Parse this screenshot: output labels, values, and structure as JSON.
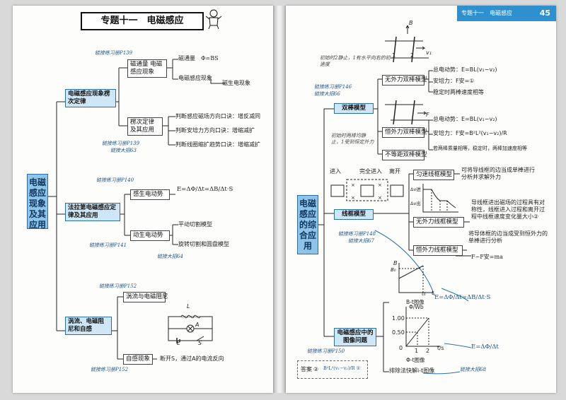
{
  "left": {
    "header_title": "专题十一　电磁感应",
    "root": "电磁感应现象及其应用",
    "b1": {
      "title": "电磁感应现象楞次定律",
      "link_top": "链接练习册P139",
      "sub1": "磁通量 电磁感应现象",
      "sub1_leaf1": "磁通量",
      "sub1_leaf1_formula": "Φ=BS",
      "sub1_leaf2": "电磁感应现象",
      "sub1_leaf2_b": "磁生电现象",
      "sub2": "楞次定律及其应用",
      "sub2_leaf1": "判断感应磁场方向口诀：增反减同",
      "sub2_leaf2": "判断安培力方向口诀：增缩减扩",
      "sub2_leaf3": "判断线圈缩扩趋势口诀：增缩减扩",
      "link_bottom1": "链接练习册P139",
      "link_bottom2": "链接大招63"
    },
    "b2": {
      "title": "法拉第电磁感应定律及其应用",
      "link_top": "链接练习册P140",
      "sub1": "感生电动势",
      "sub1_formula": "E=ΔΦ/Δt=ΔB/Δt·S",
      "sub2": "动生电动势",
      "sub2_leaf1": "平动切割模型",
      "sub2_leaf2": "旋转切割和圆盘模型",
      "link_bottom1": "链接练习册P141",
      "link_bottom2": "链接大招64"
    },
    "b3": {
      "title": "涡流、电磁阻尼和自感",
      "link_top": "链接练习册P152",
      "sub1": "涡流与电磁阻尼",
      "sub2": "自感现象",
      "sub2_note": "断开S，通过A的电流反向",
      "circuit_L": "L",
      "circuit_A": "A",
      "circuit_E": "E",
      "circuit_S": "S",
      "link_bottom": "链接练习册P152"
    }
  },
  "right": {
    "header_chapter": "专题十一　电磁感应",
    "page_number": "45",
    "root": "电磁感应的综合应用",
    "dbl": {
      "title": "双棒模型",
      "link1": "链接练习册P146",
      "link2": "链接大招66",
      "note1": "初始时2静止，1有水平向右的初速度",
      "note2": "初始时两棒均静止，1受到恒定外力",
      "m1": "无外力双棒模型",
      "m1_l1": "总电动势：E=BL(v₁−v₂)",
      "m1_l2": "安培力：F安=①",
      "m1_l3": "稳定时两棒速度相等",
      "m2": "恒外力双棒模型",
      "m2_l1": "总电动势：E=BL(v₁−v₂)",
      "m2_l2": "安培力：F安=B²L²(v₁−v₂)/R",
      "m2_l3": "若两棒质量相等，稳定时，两棒加速度相等",
      "m3": "不等距双棒模型",
      "fig_B": "B",
      "fig_1": "1",
      "fig_2": "2",
      "fig_F": "F",
      "fig_v1": "v₁",
      "fig_v2": "v₂"
    },
    "frame": {
      "title": "线框模型",
      "link1": "链接练习册P148",
      "link2": "链接大招67",
      "lbl_in": "进入",
      "lbl_full": "完全进入",
      "lbl_out": "离开",
      "m1": "匀速线框模型",
      "m1_note": "可将导线框的边当成单棒进行分析并求解外力",
      "m2": "无外力线框模型",
      "m2_note": "导线框进出磁场的过程具有对称性，线框进入过程和离开过程中线框速度变化量大小②",
      "m3": "恒外力线框模型",
      "m3_note": "将导体框的边当成受到恒外力的单棒进行分析",
      "m3_formula": "F−F安=ma",
      "dv_a": "Δv进",
      "dv_b": "Δv出"
    },
    "graph": {
      "title": "电磁感应中的图像问题",
      "bt_caption": "B-t图像",
      "phi_caption": "Φ-t图像",
      "phi_axis": "Φ/Wb",
      "t_axis": "t/s",
      "phi_ticks": [
        "1.00",
        "0.50",
        "0"
      ],
      "t_ticks": [
        "1",
        "2"
      ],
      "bt_B": "B",
      "bt_B0": "B₀",
      "bt_t": "t",
      "bt_t0": "t₀",
      "f1": "E=ΔΦ/Δt=ΔB/Δt·S",
      "f2": "E=ΔΦ/Δt",
      "elim": "排除法快解i-t图像",
      "link1": "链接练习册P150",
      "link2": "链接大招68",
      "answer_label": "答案",
      "answer_num": "②",
      "answer_text": "B²L²(v₁−v₂)/R ①"
    }
  }
}
